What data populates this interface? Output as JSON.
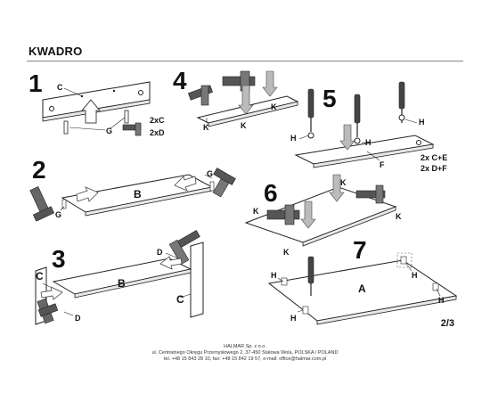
{
  "title": "KWADRO",
  "page_number": "2/3",
  "steps": {
    "s1": {
      "num": "1",
      "labels": {
        "c": "C",
        "g": "G",
        "qty1": "2xC",
        "qty2": "2xD"
      }
    },
    "s2": {
      "num": "2",
      "labels": {
        "b": "B",
        "g1": "G",
        "g2": "G"
      }
    },
    "s3": {
      "num": "3",
      "labels": {
        "b": "B",
        "c1": "C",
        "c2": "C",
        "d1": "D",
        "d2": "D"
      }
    },
    "s4": {
      "num": "4",
      "labels": {
        "k1": "K",
        "k2": "K",
        "k3": "K"
      }
    },
    "s5": {
      "num": "5",
      "labels": {
        "h1": "H",
        "h2": "H",
        "h3": "H",
        "f": "F",
        "qty1": "2x C+E",
        "qty2": "2x D+F"
      }
    },
    "s6": {
      "num": "6",
      "labels": {
        "k1": "K",
        "k2": "K",
        "k3": "K",
        "k4": "K"
      }
    },
    "s7": {
      "num": "7",
      "labels": {
        "a": "A",
        "h1": "H",
        "h2": "H",
        "h3": "H",
        "h4": "H"
      }
    }
  },
  "footer": {
    "line1": "HALMAR Sp. z o.o.",
    "line2": "ul. Centralnego Okręgu Przemysłowego 2, 37-450 Stalowa Wola, POLSKA / POLAND",
    "line3": "tel. +48 15 843 28 10, fax: +48 15 842 19 57, e-mail: office@halmar.com.pl"
  }
}
